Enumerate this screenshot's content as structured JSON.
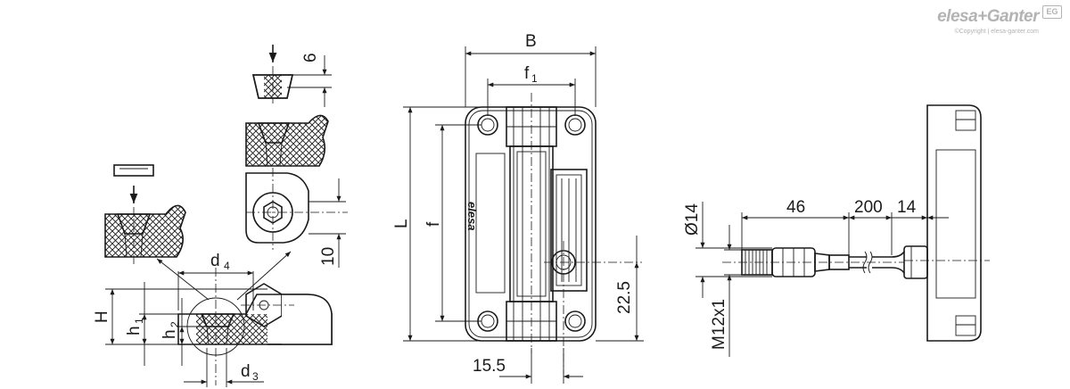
{
  "brand": {
    "name": "elesa+Ganter",
    "badge": "EG",
    "copyright": "©Copyright | elesa-ganter.com"
  },
  "dimensions": {
    "B": "B",
    "f1": "f",
    "f1_sub": "1",
    "L": "L",
    "f": "f",
    "d4": "d",
    "d4_sub": "4",
    "d3": "d",
    "d3_sub": "3",
    "H": "H",
    "h1": "h",
    "h1_sub": "1",
    "h2": "h",
    "h2_sub": "2",
    "six": "6",
    "ten": "10",
    "v22_5": "22.5",
    "v15_5": "15.5",
    "v46": "46",
    "v200": "200",
    "v14": "14",
    "dia14": "Ø14",
    "m12": "M12x1"
  },
  "part_marking": "elesa"
}
